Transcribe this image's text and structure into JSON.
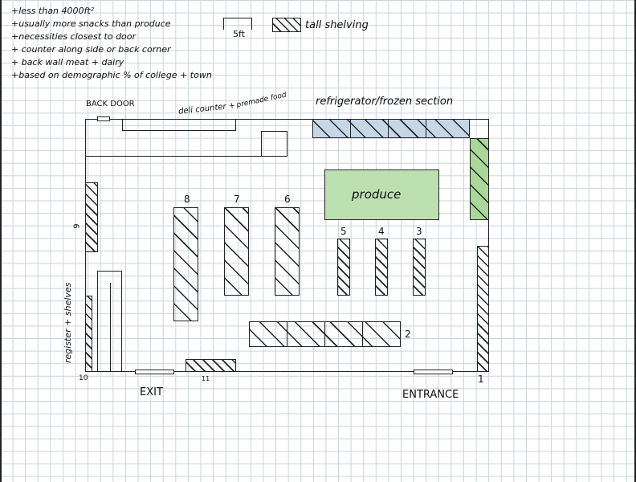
{
  "notes": [
    "+less than 4000ft²",
    "+usually more snacks than produce",
    "+necessities closest to door",
    "+ counter along side or back corner",
    "+ back wall meat + dairy",
    "+based on demographic % of college + town"
  ],
  "key": {
    "scale_label": "5ft",
    "shelving_label": "tall shelving"
  },
  "labels": {
    "back_door": "BACK DOOR",
    "deli_counter": "deli counter +",
    "premade_food": "premade food",
    "refrigerator": "refrigerator/frozen section",
    "produce": "produce",
    "exit": "EXIT",
    "entrance": "ENTRANCE",
    "register": "register + shelves"
  },
  "shelf_numbers": {
    "n1": "1",
    "n2": "2",
    "n3": "3",
    "n4": "4",
    "n5": "5",
    "n6": "6",
    "n7": "7",
    "n8": "8",
    "n9": "9",
    "n10": "10",
    "n11": "11"
  },
  "colors": {
    "refrigerator_fill": "#c5d6e6",
    "produce_fill": "#bde0b0",
    "green_shelf_fill": "#a9d89a",
    "grid": "#c9d3dc"
  }
}
